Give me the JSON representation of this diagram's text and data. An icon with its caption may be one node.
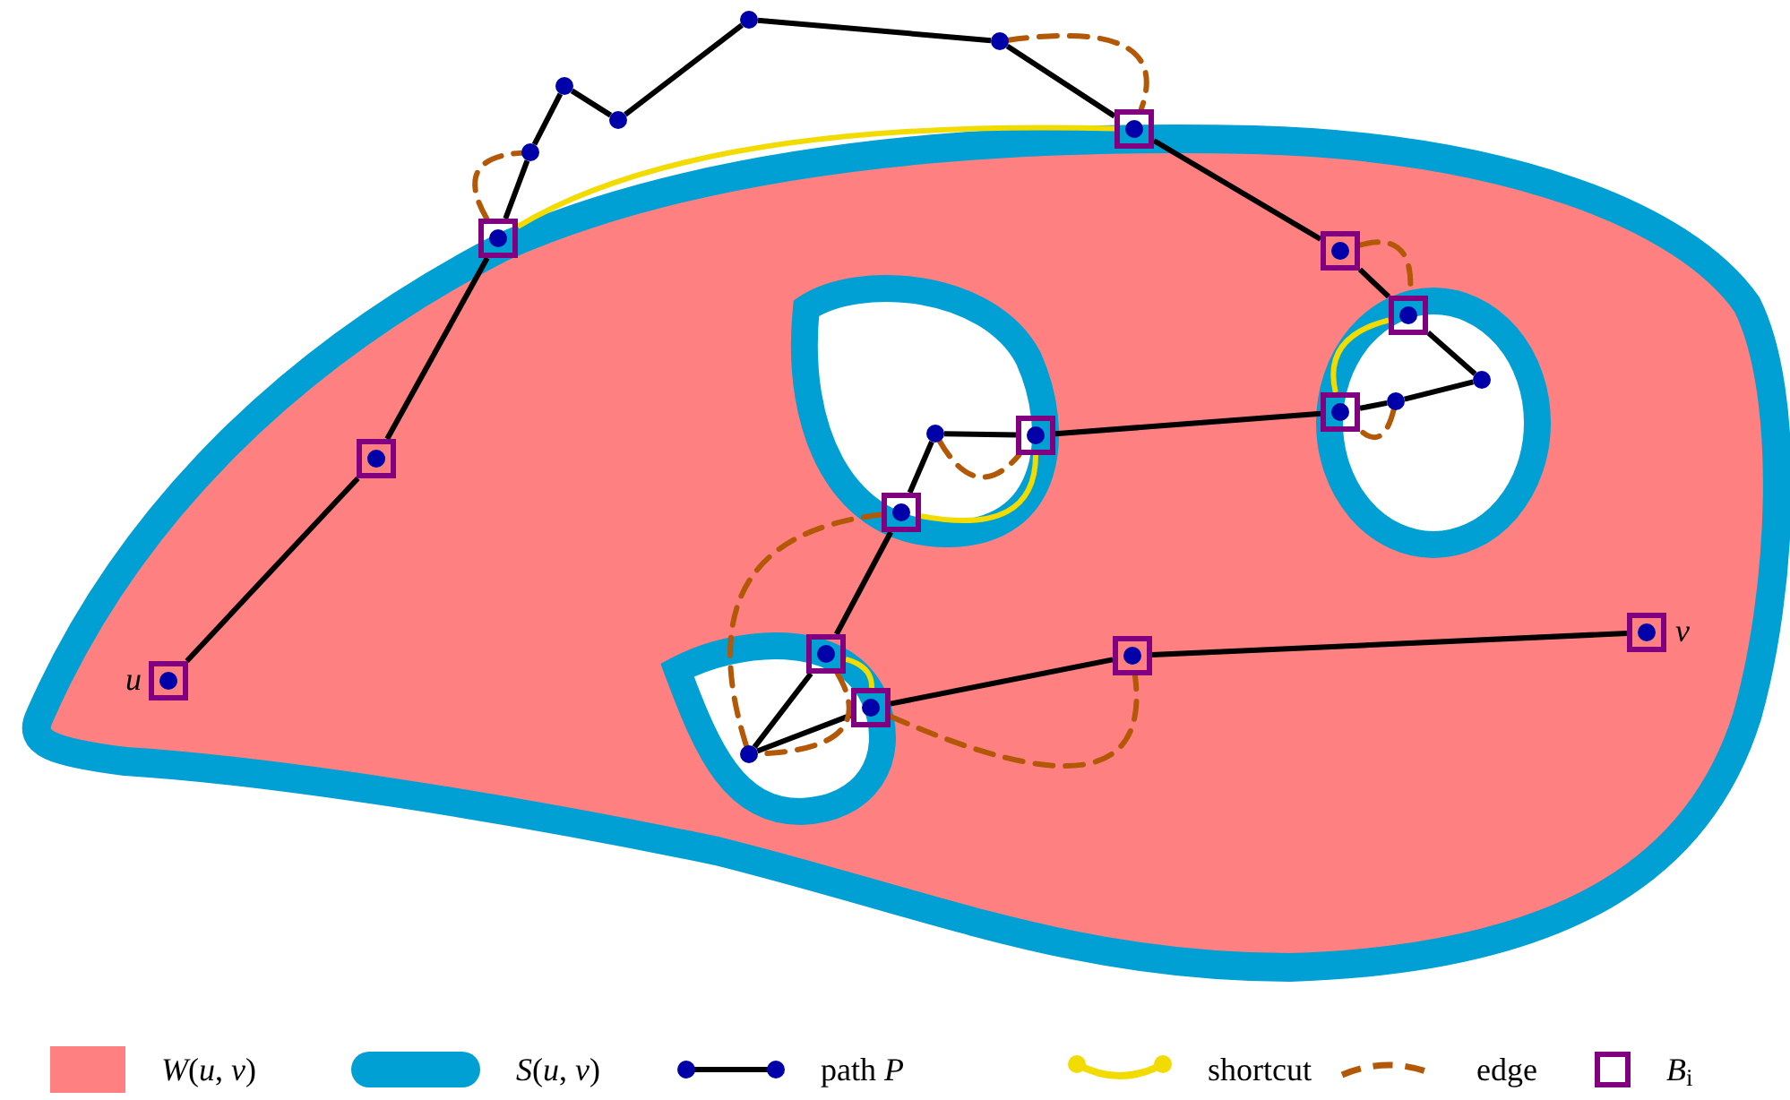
{
  "diagram": {
    "nodes": [
      {
        "text": [],
        "shape": "box",
        "beside": [
          "*u*"
        ]
      },
      {
        "text": [],
        "shape": "box"
      },
      {
        "text": [],
        "shape": "box"
      },
      {
        "text": [],
        "shape": "circle"
      },
      {
        "text": [],
        "shape": "circle"
      },
      {
        "text": [],
        "shape": "circle"
      },
      {
        "text": [],
        "shape": "circle"
      },
      {
        "text": [],
        "shape": "circle"
      },
      {
        "text": [],
        "shape": "box"
      },
      {
        "text": [],
        "shape": "box"
      },
      {
        "text": [],
        "shape": "box"
      },
      {
        "text": [],
        "shape": "circle"
      },
      {
        "text": [],
        "shape": "circle"
      },
      {
        "text": [],
        "shape": "box"
      },
      {
        "text": [],
        "shape": "box"
      },
      {
        "text": [],
        "shape": "circle"
      },
      {
        "text": [],
        "shape": "box"
      },
      {
        "text": [],
        "shape": "box"
      },
      {
        "text": [],
        "shape": "circle"
      },
      {
        "text": [],
        "shape": "box"
      },
      {
        "text": [],
        "shape": "box"
      },
      {
        "text": [],
        "shape": "box",
        "beside": [
          "*v*"
        ]
      }
    ],
    "edges": [
      {
        "from": 0,
        "to": 1,
        "arrow": "none"
      },
      {
        "from": 1,
        "to": 2,
        "arrow": "none"
      },
      {
        "from": 2,
        "to": 3,
        "arrow": "none"
      },
      {
        "from": 3,
        "to": 4,
        "arrow": "none"
      },
      {
        "from": 4,
        "to": 5,
        "arrow": "none"
      },
      {
        "from": 5,
        "to": 6,
        "arrow": "none"
      },
      {
        "from": 6,
        "to": 7,
        "arrow": "none"
      },
      {
        "from": 7,
        "to": 8,
        "arrow": "none"
      },
      {
        "from": 8,
        "to": 9,
        "arrow": "none"
      },
      {
        "from": 9,
        "to": 10,
        "arrow": "none"
      },
      {
        "from": 10,
        "to": 11,
        "arrow": "none"
      },
      {
        "from": 11,
        "to": 12,
        "arrow": "none"
      },
      {
        "from": 12,
        "to": 13,
        "arrow": "none"
      },
      {
        "from": 13,
        "to": 14,
        "arrow": "none"
      },
      {
        "from": 14,
        "to": 15,
        "arrow": "none"
      },
      {
        "from": 15,
        "to": 16,
        "arrow": "none"
      },
      {
        "from": 16,
        "to": 17,
        "arrow": "none"
      },
      {
        "from": 17,
        "to": 18,
        "arrow": "none"
      },
      {
        "from": 18,
        "to": 19,
        "arrow": "none"
      },
      {
        "from": 19,
        "to": 20,
        "arrow": "none"
      },
      {
        "from": 20,
        "to": 21,
        "arrow": "none"
      },
      {
        "from": 2,
        "to": 3,
        "arrow": "none",
        "style": "dashed",
        "color": "#b35806"
      },
      {
        "from": 7,
        "to": 8,
        "arrow": "none",
        "style": "dashed",
        "color": "#b35806"
      },
      {
        "from": 9,
        "to": 10,
        "arrow": "none",
        "style": "dashed",
        "color": "#b35806"
      },
      {
        "from": 12,
        "to": 13,
        "arrow": "none",
        "style": "dashed",
        "color": "#b35806"
      },
      {
        "from": 15,
        "to": 14,
        "arrow": "none",
        "style": "dashed",
        "color": "#b35806"
      },
      {
        "from": 16,
        "to": 18,
        "arrow": "none",
        "style": "dashed",
        "color": "#b35806"
      },
      {
        "from": 17,
        "to": 18,
        "arrow": "none",
        "style": "dashed",
        "color": "#b35806"
      },
      {
        "from": 19,
        "to": 20,
        "arrow": "none",
        "style": "dashed",
        "color": "#b35806"
      },
      {
        "from": 2,
        "to": 8,
        "arrow": "none",
        "color": "#f2dc00"
      },
      {
        "from": 10,
        "to": 13,
        "arrow": "none",
        "color": "#f2dc00"
      },
      {
        "from": 16,
        "to": 14,
        "arrow": "none",
        "color": "#f2dc00"
      },
      {
        "from": 17,
        "to": 19,
        "arrow": "none",
        "color": "#f2dc00"
      }
    ],
    "legend": [
      {
        "text": "*W*(*u*, *v*)",
        "color": "#ff8080"
      },
      {
        "text": "*S*(*u*, *v*)",
        "color": "#009fd4"
      },
      {
        "text": "path *P*"
      },
      {
        "text": "shortcut"
      },
      {
        "text": "edge"
      },
      {
        "text": "*B*$_{i}$"
      }
    ]
  }
}
